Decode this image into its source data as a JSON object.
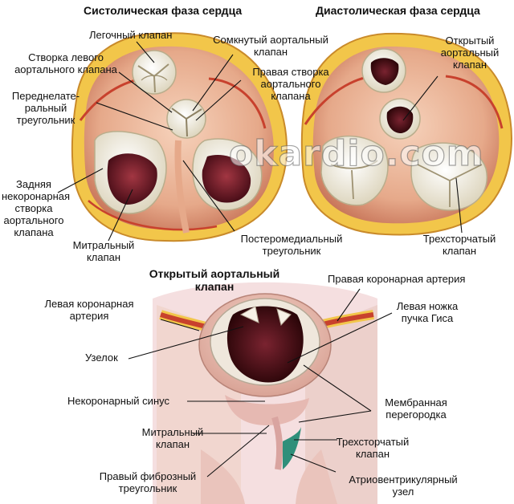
{
  "headings": {
    "systolic": "Систолическая фаза сердца",
    "diastolic": "Диастолическая фаза сердца",
    "bottom": "Открытый аортальный\nклапан"
  },
  "labels": {
    "pulmonary_valve": "Легочный клапан",
    "closed_aortic_valve": "Сомкнутый аортальный\nклапан",
    "left_aortic_cusp": "Створка левого\nаортального клапана",
    "right_aortic_cusp": "Правая створка\nаортального\nклапана",
    "anterolateral_triangle": "Переднелате-\nральный\nтреугольник",
    "posterior_noncoronary_cusp": "Задняя\nнекоронарная\nстворка\nаортального\nклапана",
    "mitral_valve_top": "Митральный\nклапан",
    "posteromedial_triangle": "Постеромедиальный\nтреугольник",
    "open_aortic_valve_top": "Открытый\nаортальный\nклапан",
    "tricuspid_valve_top": "Трехсторчатый\nклапан",
    "right_coronary_artery": "Правая коронарная артерия",
    "left_coronary_artery": "Левая коронарная\nартерия",
    "left_bundle_branch": "Левая ножка\nпучка Гиса",
    "nodule": "Узелок",
    "noncoronary_sinus": "Некоронарный синус",
    "membranous_septum": "Мембранная\nперегородка",
    "mitral_valve_bottom": "Митральный\nклапан",
    "tricuspid_valve_bottom": "Трехсторчатый\nклапан",
    "right_fibrous_triangle": "Правый фиброзный\nтреугольник",
    "av_node": "Атриовентрикулярный\nузел"
  },
  "watermark": "okardio.com",
  "colors": {
    "myocardium": "#e6a98a",
    "fat": "#f2c64a",
    "valve_cream": "#f0ead7",
    "cavity_dark": "#5a1420",
    "vessel_red": "#c8412d",
    "node_teal": "#2f8f7a",
    "leader_line": "#111111"
  }
}
